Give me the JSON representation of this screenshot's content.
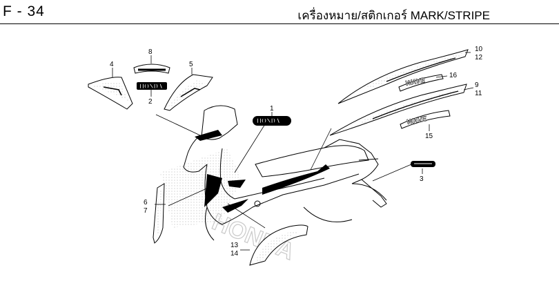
{
  "header": {
    "page_code": "F - 34",
    "title": "เครื่องหมาย/สติกเกอร์  MARK/STRIPE"
  },
  "diagram": {
    "logo_text": "HONDA",
    "model_text": "WAVE",
    "watermark_text": "HONDA",
    "callouts": [
      "1",
      "2",
      "3",
      "4",
      "5",
      "6",
      "7",
      "8",
      "9",
      "10",
      "11",
      "12",
      "13",
      "14",
      "15",
      "16"
    ]
  }
}
